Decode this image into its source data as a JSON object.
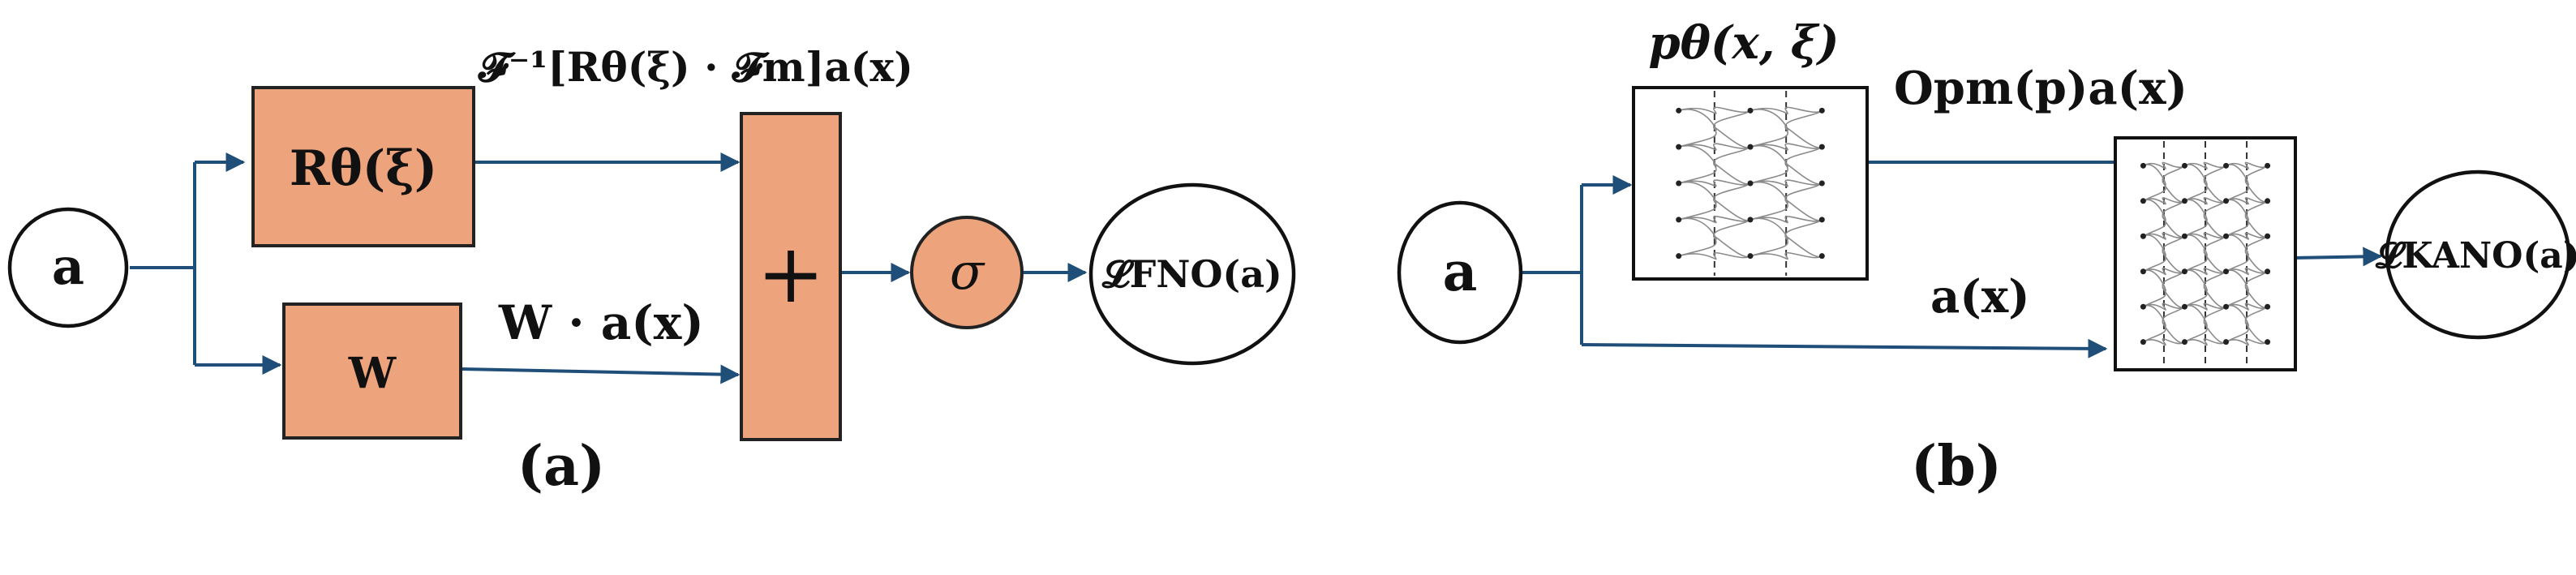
{
  "panel_a": {
    "input_node": "a",
    "spectral_block": "Rθ(ξ)",
    "linear_block": "W",
    "sum_block": "+",
    "activation": "σ",
    "output_node": "𝓛FNO(a)",
    "spectral_path_label": "𝓕⁻¹[Rθ(ξ) · 𝓕m]a(x)",
    "linear_path_label": "W · a(x)",
    "caption": "(a)"
  },
  "panel_b": {
    "input_node": "a",
    "symbol_block_label": "pθ(x, ξ)",
    "operator_path_label": "Opm(p)a(x)",
    "skip_path_label": "a(x)",
    "output_node": "𝓛KANO(a)",
    "caption": "(b)"
  },
  "colors": {
    "block_fill": "#eda37c",
    "arrow": "#1f4e79",
    "outline": "#111111"
  }
}
